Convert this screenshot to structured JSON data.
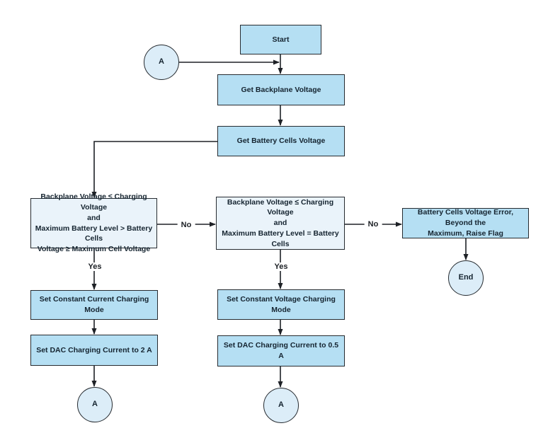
{
  "flowchart": {
    "nodes": {
      "start": "Start",
      "connector_a_entry": "A",
      "get_backplane_voltage": "Get Backplane Voltage",
      "get_battery_cells_voltage": "Get Battery Cells Voltage",
      "decision_constant_current": "Backplane Voltage ≤ Charging Voltage\nand\nMaximum Battery Level > Battery Cells\nVoltage ≥ Maximum Cell Voltage",
      "decision_constant_voltage": "Backplane Voltage ≤ Charging Voltage\nand\nMaximum Battery Level = Battery Cells",
      "error_flag": "Battery Cells Voltage Error, Beyond the\nMaximum, Raise Flag",
      "set_constant_current_mode": "Set Constant Current Charging Mode",
      "set_dac_current_2a": "Set DAC Charging Current to 2 A",
      "connector_a_exit_left": "A",
      "set_constant_voltage_mode": "Set Constant Voltage Charging Mode",
      "set_dac_current_05a": "Set DAC Charging Current to 0.5 A",
      "connector_a_exit_mid": "A",
      "end": "End"
    },
    "edge_labels": {
      "no_left": "No",
      "yes_left": "Yes",
      "no_mid": "No",
      "yes_mid": "Yes"
    },
    "colors": {
      "process_fill": "#b5dff3",
      "decision_fill": "#eaf3fa",
      "connector_fill": "#dcedf8",
      "border": "#262b30",
      "text": "#152430",
      "line": "#1e2126",
      "background": "#ffffff"
    }
  }
}
